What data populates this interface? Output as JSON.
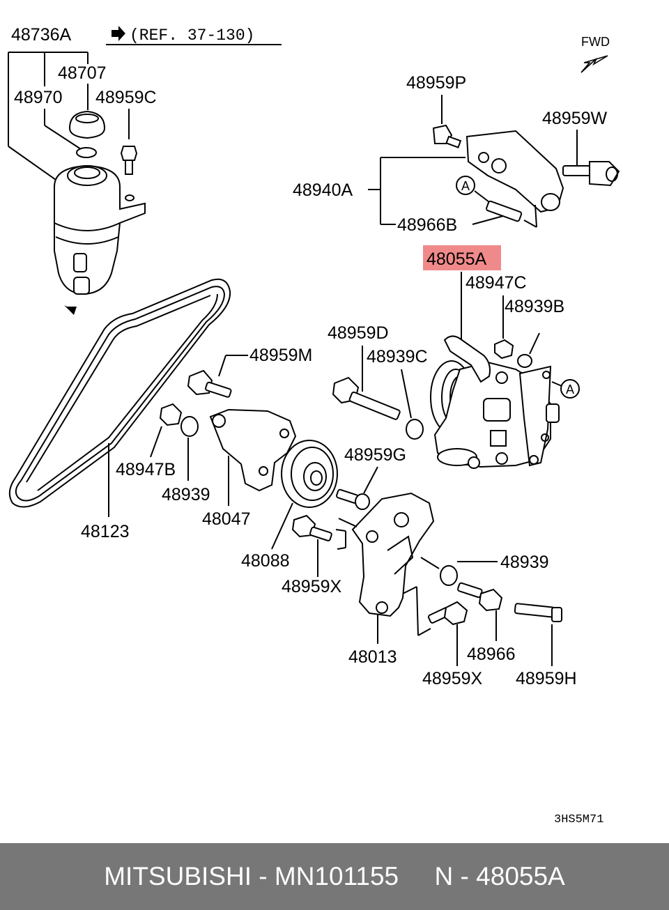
{
  "colors": {
    "highlight": "#f08a8a",
    "footer_bg": "#777777",
    "footer_text": "#ffffff"
  },
  "header": {
    "assembly_label": "48736A",
    "ref_text": "(REF. 37-130)",
    "ref_icon": "arrow-right-icon",
    "fwd_label": "FWD"
  },
  "labels": {
    "l48707": "48707",
    "l48970": "48970",
    "l48959C": "48959C",
    "l48959P": "48959P",
    "l48959W": "48959W",
    "l48940A": "48940A",
    "l48966B": "48966B",
    "l48055A": "48055A",
    "l48947C": "48947C",
    "l48939B": "48939B",
    "l48959D": "48959D",
    "l48939C": "48939C",
    "l48959M": "48959M",
    "l48947B": "48947B",
    "l48939a": "48939",
    "l48047": "48047",
    "l48123": "48123",
    "l48959G": "48959G",
    "l48088": "48088",
    "l48959Xa": "48959X",
    "l48939b": "48939",
    "l48013": "48013",
    "l48966": "48966",
    "l48959Xb": "48959X",
    "l48959H": "48959H",
    "markerA1": "A",
    "markerA2": "A"
  },
  "diagram_code": "3HS5M71",
  "footer": {
    "brand": "MITSUBISHI",
    "sep1": " - ",
    "part_number": "MN101155",
    "gap": "     ",
    "prefix": "N",
    "sep2": " - ",
    "ref_number": "48055A"
  }
}
